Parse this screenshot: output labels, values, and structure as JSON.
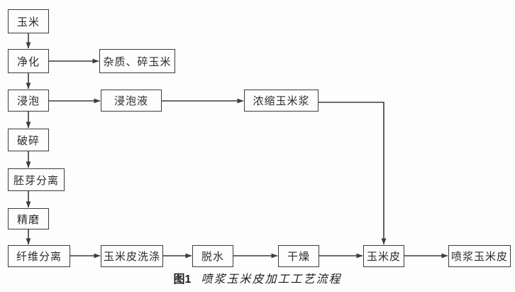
{
  "diagram": {
    "nodes": {
      "corn": {
        "label": "玉米"
      },
      "purify": {
        "label": "净化"
      },
      "impurities": {
        "label": "杂质、碎玉米"
      },
      "soak": {
        "label": "浸泡"
      },
      "soak_liquid": {
        "label": "浸泡液"
      },
      "concentrated_steep": {
        "label": "浓缩玉米浆"
      },
      "crush": {
        "label": "破碎"
      },
      "germ_separation": {
        "label": "胚芽分离"
      },
      "fine_grinding": {
        "label": "精磨"
      },
      "fiber_separation": {
        "label": "纤维分离"
      },
      "husk_washing": {
        "label": "玉米皮洗涤"
      },
      "dewatering": {
        "label": "脱水"
      },
      "drying": {
        "label": "干燥"
      },
      "corn_husk": {
        "label": "玉米皮"
      },
      "sprayed_corn_husk": {
        "label": "喷浆玉米皮"
      }
    },
    "caption": {
      "figure_label": "图1",
      "title": "喷浆玉米皮加工工艺流程"
    },
    "colors": {
      "line": "#3c3c3c",
      "border": "#3c3c3c",
      "text": "#2b2b2b",
      "background": "#fdfdfd"
    }
  }
}
